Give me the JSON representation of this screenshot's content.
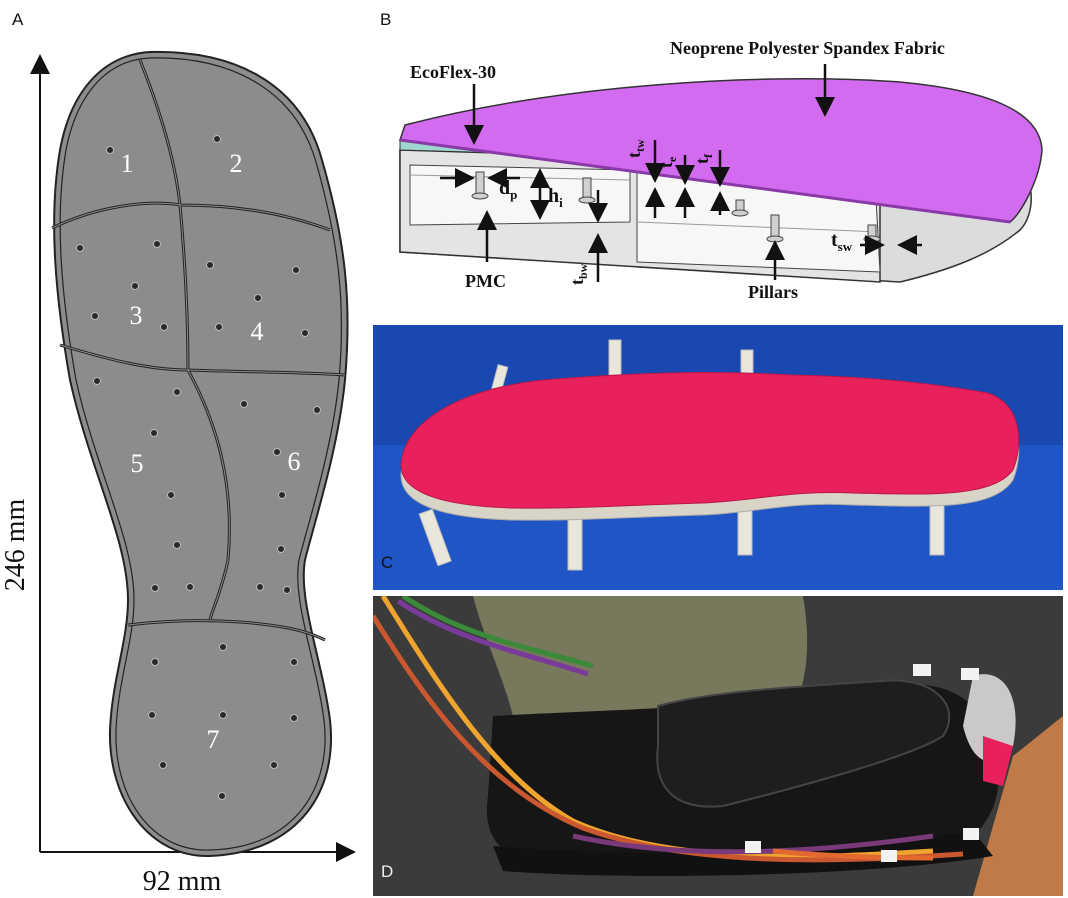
{
  "panels": {
    "a": "A",
    "b": "B",
    "c": "C",
    "d": "D"
  },
  "panel_a": {
    "height_label": "246 mm",
    "width_label": "92 mm",
    "zones": [
      "1",
      "2",
      "3",
      "4",
      "5",
      "6",
      "7"
    ]
  },
  "panel_b": {
    "labels": {
      "fabric": "Neoprene Polyester Spandex Fabric",
      "ecoflex": "EcoFlex-30",
      "pmc": "PMC",
      "pillars": "Pillars",
      "dp": "d",
      "dp_sub": "p",
      "hi": "h",
      "hi_sub": "i",
      "ttw": "t",
      "ttw_sub": "tw",
      "te": "t",
      "te_sub": "e",
      "tf": "t",
      "tf_sub": "f",
      "tbw": "t",
      "tbw_sub": "bw",
      "tsw": "t",
      "tsw_sub": "sw"
    },
    "colors": {
      "fabric": "#d36bf0",
      "ecoflex": "#9fd6cf",
      "body": "#e2e2e2"
    }
  },
  "colors": {
    "insole_fill": "#8c8c8c",
    "photo_c_bg": "#1b4fbf",
    "photo_c_insole": "#e8205c",
    "photo_d_bg": "#3a3a3a"
  }
}
